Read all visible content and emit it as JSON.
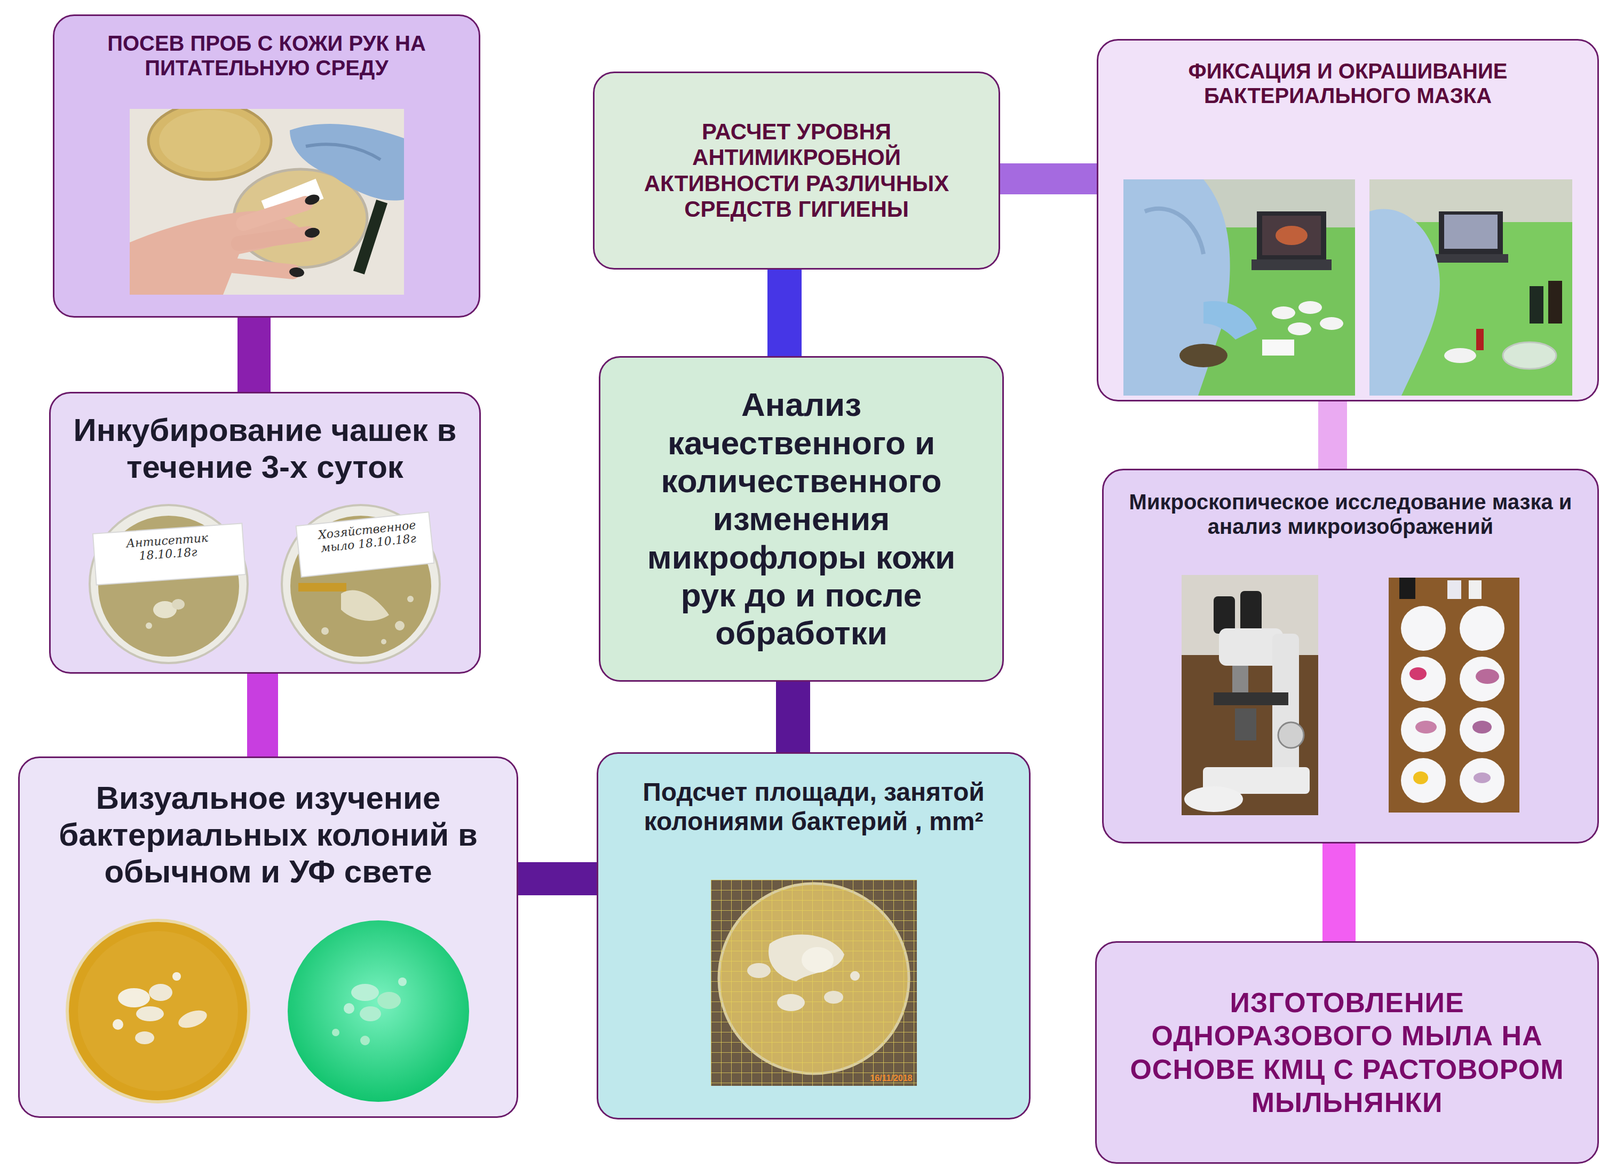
{
  "diagram": {
    "nodes": [
      {
        "text": [
          "ПОСЕВ ПРОБ С КОЖИ РУК НА ПИТАТЕЛЬНУЮ СРЕДУ"
        ]
      },
      {
        "text": [
          "Инкубирование чашек в течение 3-х суток"
        ]
      },
      {
        "text": [
          "Визуальное изучение бактериальных колоний в обычном и УФ свете"
        ]
      },
      {
        "text": [
          "Подсчет площади, занятой колониями бактерий , mm²"
        ]
      },
      {
        "text": [
          "Анализ качественного и количественного изменения микрофлоры кожи рук до и после обработки"
        ]
      },
      {
        "text": [
          "РАСЧЕТ УРОВНЯ АНТИМИКРОБНОЙ АКТИВНОСТИ РАЗЛИЧНЫХ СРЕДСТВ ГИГИЕНЫ"
        ]
      },
      {
        "text": [
          "ФИКСАЦИЯ И ОКРАШИВАНИЕ БАКТЕРИАЛЬНОГО МАЗКА"
        ]
      },
      {
        "text": [
          "Микроскопическое исследование мазка и анализ микроизображений"
        ]
      },
      {
        "text": [
          "ИЗГОТОВЛЕНИЕ ОДНОРАЗОВОГО МЫЛА НА ОСНОВЕ КМЦ С РАСТОВОРОМ МЫЛЬНЯНКИ"
        ]
      }
    ],
    "edges": [
      {
        "from": 0,
        "to": 1,
        "arrow": "none"
      },
      {
        "from": 1,
        "to": 2,
        "arrow": "none"
      },
      {
        "from": 2,
        "to": 3,
        "arrow": "none"
      },
      {
        "from": 3,
        "to": 4,
        "arrow": "none"
      },
      {
        "from": 4,
        "to": 5,
        "arrow": "none"
      },
      {
        "from": 5,
        "to": 6,
        "arrow": "none"
      },
      {
        "from": 6,
        "to": 7,
        "arrow": "none"
      },
      {
        "from": 7,
        "to": 8,
        "arrow": "none"
      }
    ],
    "labels": [
      "Антисептик 18.10.18г",
      "Хозяйственное мыло 18.10.18г",
      "16/11/2018"
    ]
  }
}
